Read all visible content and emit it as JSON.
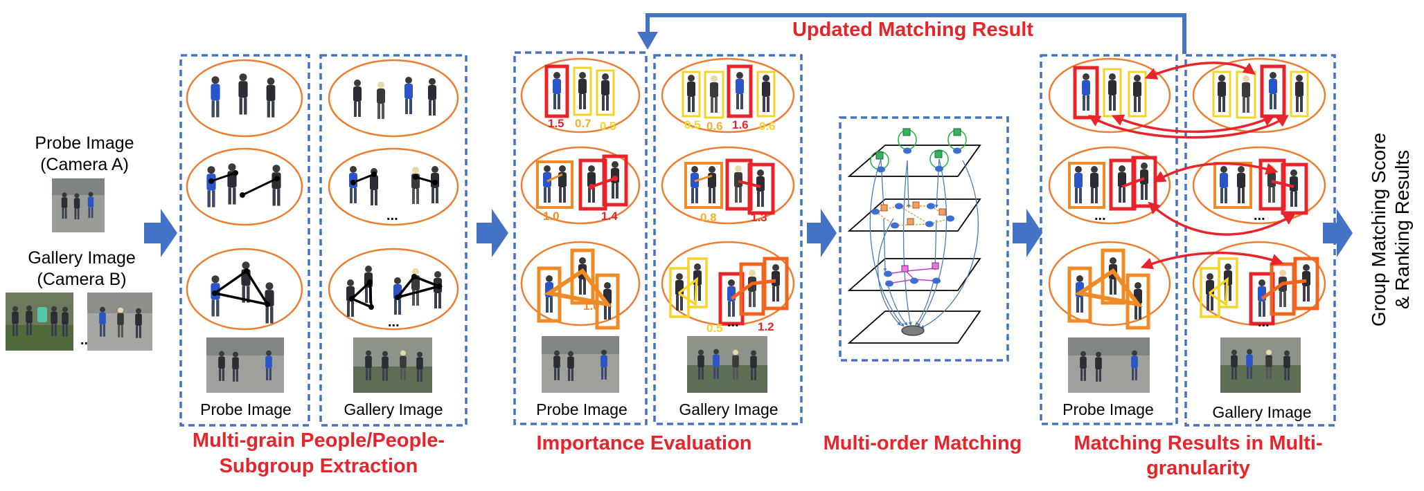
{
  "inputs": {
    "probe_line1": "Probe Image",
    "probe_line2": "(Camera A)",
    "gallery_line1": "Gallery Image",
    "gallery_line2": "(Camera B)",
    "ellipsis": "..."
  },
  "feedback_label": "Updated Matching Result",
  "stages": {
    "extraction": {
      "title_line1": "Multi-grain People/People-",
      "title_line2": "Subgroup Extraction",
      "probe_caption": "Probe Image",
      "gallery_caption": "Gallery Image"
    },
    "importance": {
      "title": "Importance Evaluation",
      "probe_caption": "Probe Image",
      "gallery_caption": "Gallery Image",
      "probe_scores": [
        "1.5",
        "0.7",
        "0.5",
        "1.0",
        "1.4",
        "1.0"
      ],
      "gallery_scores": [
        "0.5",
        "0.6",
        "1.6",
        "0.6",
        "0.8",
        "1.3",
        "0.5",
        "1.2"
      ]
    },
    "matching": {
      "title": "Multi-order Matching"
    },
    "results": {
      "title_line1": "Matching Results in Multi-",
      "title_line2": "granularity",
      "probe_caption": "Probe Image",
      "gallery_caption": "Gallery Image"
    }
  },
  "output": {
    "line1": "Group Matching Score",
    "line2": "& Ranking Results"
  },
  "colors": {
    "accent_red": "#e8242b",
    "dashed_blue": "#4472c4",
    "arrow_blue": "#4472c4",
    "ellipse_orange": "#ed7d31",
    "box_yellow": "#f5d327",
    "box_orange": "#f08a24",
    "box_red": "#e8242b",
    "graph_green": "#2db34a",
    "graph_magenta": "#cc33cc"
  }
}
